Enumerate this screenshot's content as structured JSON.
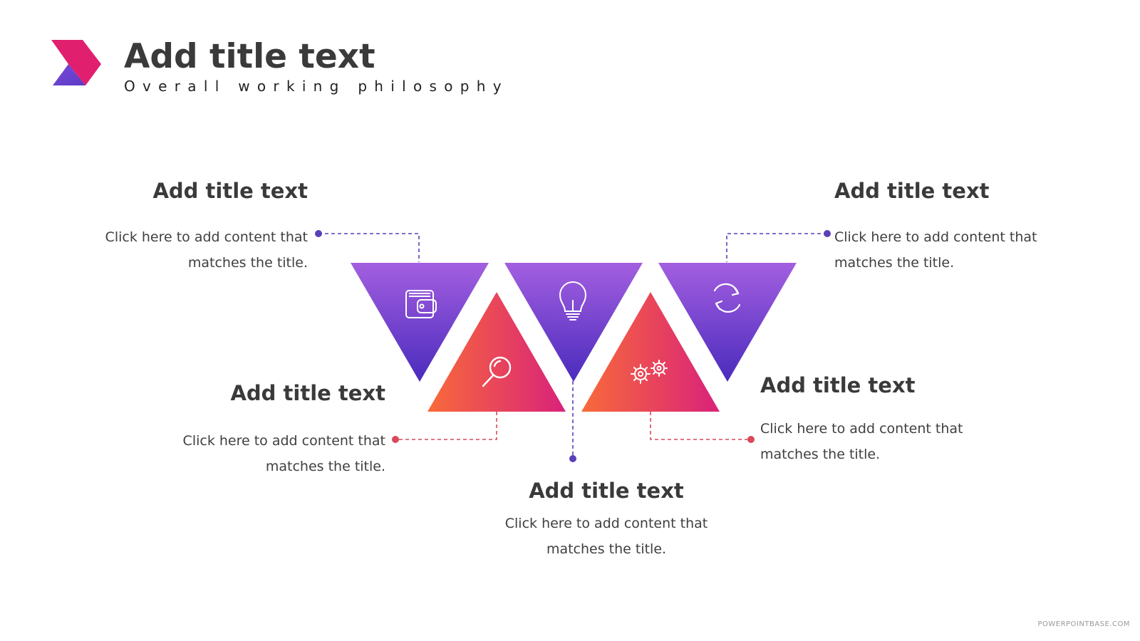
{
  "header": {
    "title": "Add title text",
    "subtitle": "Overall working philosophy"
  },
  "colors": {
    "purple_top": "#a35fe0",
    "purple_bottom": "#4a2bbd",
    "orange_left": "#f86a3a",
    "pink_right": "#d9227a",
    "connector_purple": "#5a3fb8",
    "connector_red": "#d9485a"
  },
  "blocks": [
    {
      "title": "Add title text",
      "desc": "Click here to add content that matches the title.",
      "icon": "wallet-icon"
    },
    {
      "title": "Add title text",
      "desc": "Click here to add content that matches the title.",
      "icon": "magnifier-icon"
    },
    {
      "title": "Add title text",
      "desc": "Click here to add content that matches the title.",
      "icon": "lightbulb-icon"
    },
    {
      "title": "Add title text",
      "desc": "Click here to add content that matches the title.",
      "icon": "gears-icon"
    },
    {
      "title": "Add title text",
      "desc": "Click here to add content that matches the title.",
      "icon": "refresh-icon"
    }
  ],
  "watermark": "POWERPOINTBASE.COM"
}
